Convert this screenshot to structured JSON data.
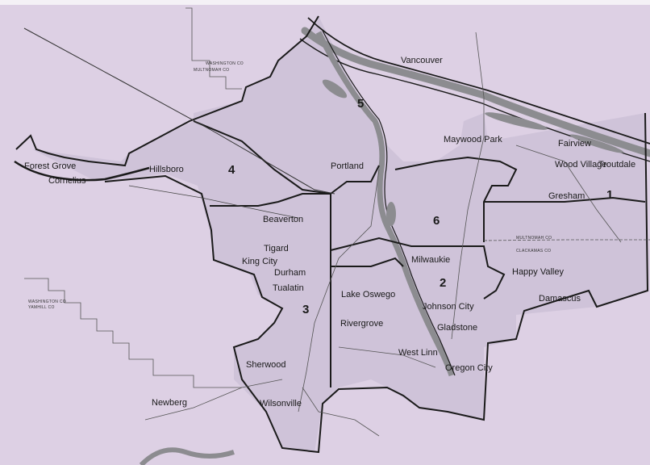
{
  "map": {
    "background_color": "#ddd0e4",
    "district_fill": "#cfc3d9",
    "water_color": "#8c8c90",
    "boundary_color": "#1a1a1a"
  },
  "districts": [
    "1",
    "2",
    "3",
    "4",
    "5",
    "6"
  ],
  "cities": {
    "forest_grove": "Forest Grove",
    "cornelius": "Cornelius",
    "hillsboro": "Hillsboro",
    "beaverton": "Beaverton",
    "portland": "Portland",
    "vancouver": "Vancouver",
    "maywood_park": "Maywood Park",
    "fairview": "Fairview",
    "wood_village": "Wood Village",
    "troutdale": "Troutdale",
    "gresham": "Gresham",
    "tigard": "Tigard",
    "king_city": "King City",
    "durham": "Durham",
    "tualatin": "Tualatin",
    "milwaukie": "Milwaukie",
    "happy_valley": "Happy Valley",
    "damascus": "Damascus",
    "lake_oswego": "Lake Oswego",
    "johnson_city": "Johnson City",
    "rivergrove": "Rivergrove",
    "gladstone": "Gladstone",
    "west_linn": "West Linn",
    "oregon_city": "Oregon City",
    "sherwood": "Sherwood",
    "newberg": "Newberg",
    "wilsonville": "Wilsonville"
  }
}
